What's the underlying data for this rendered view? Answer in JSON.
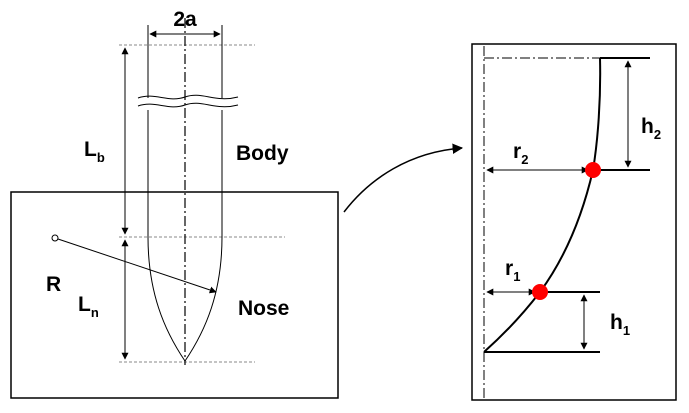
{
  "dimension_width": {
    "main": "2a"
  },
  "body_length": {
    "main": "L",
    "sub": "b"
  },
  "nose_length": {
    "main": "L",
    "sub": "n"
  },
  "radius": {
    "main": "R"
  },
  "body_label": "Body",
  "nose_label": "Nose",
  "detail": {
    "r2": {
      "main": "r",
      "sub": "2"
    },
    "r1": {
      "main": "r",
      "sub": "1"
    },
    "h2": {
      "main": "h",
      "sub": "2"
    },
    "h1": {
      "main": "h",
      "sub": "1"
    }
  },
  "colors": {
    "stroke": "#000000",
    "point": "#ff0000",
    "guide": "#888888"
  }
}
